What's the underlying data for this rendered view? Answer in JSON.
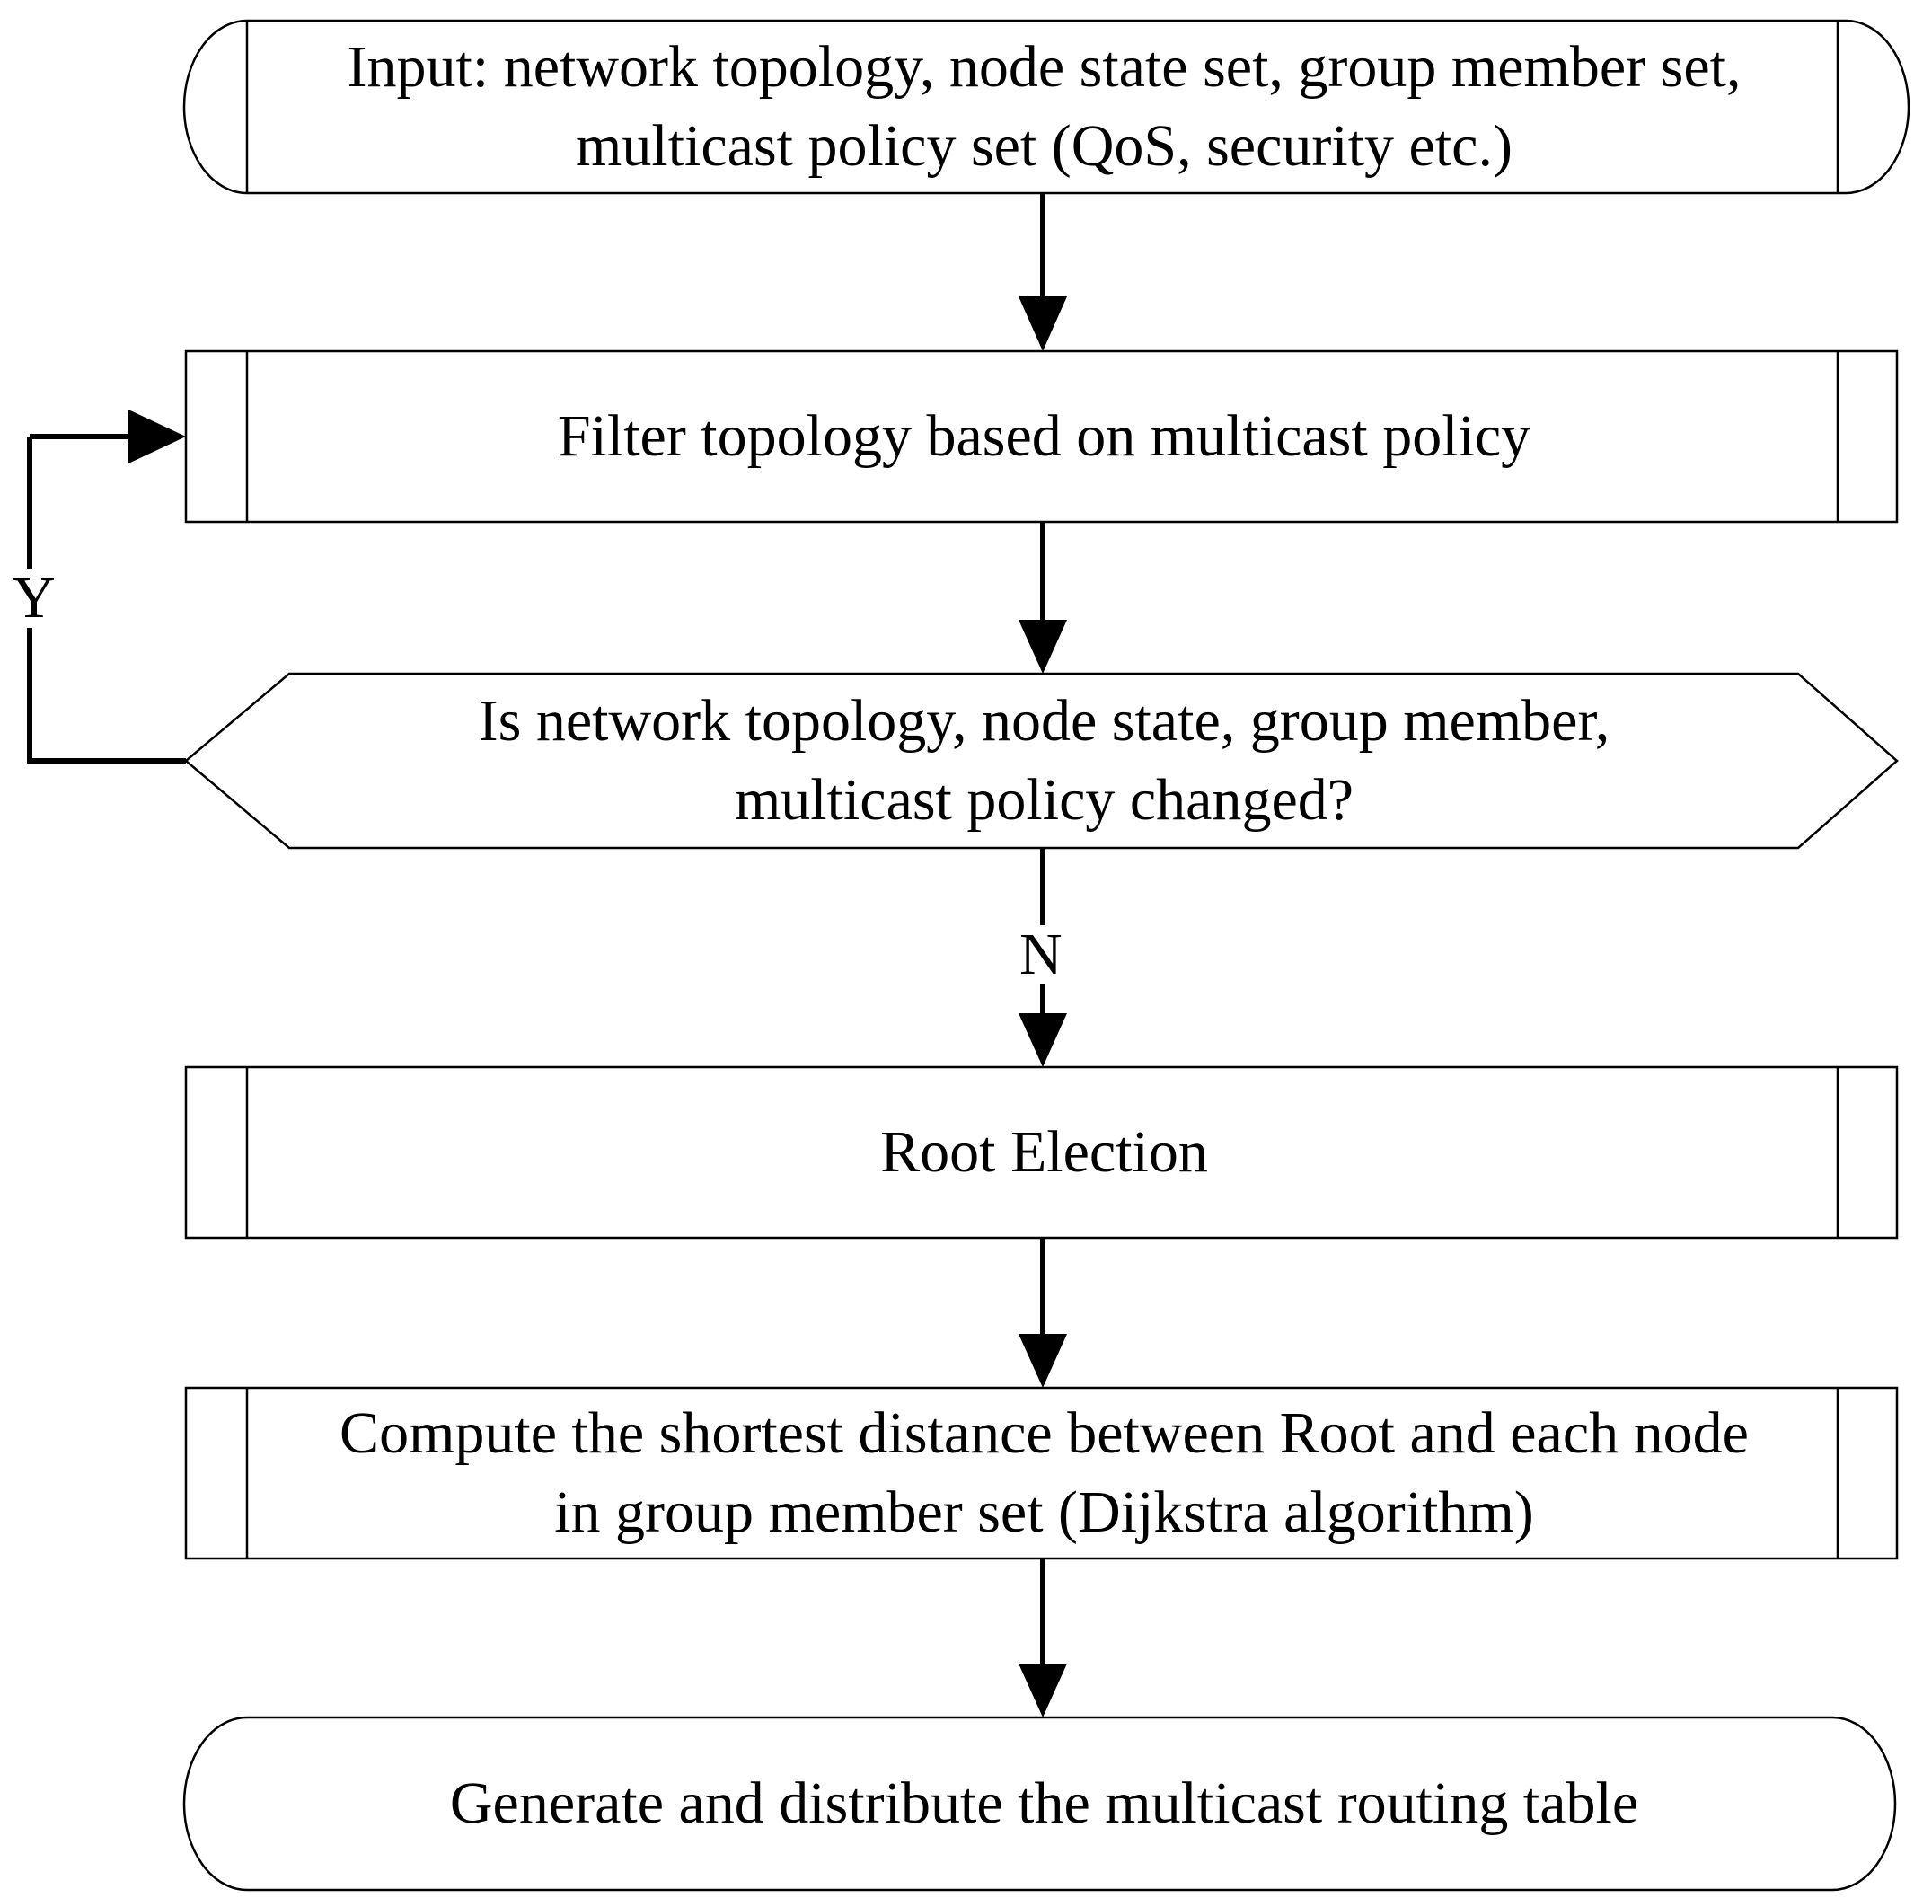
{
  "nodes": {
    "input": "Input: network topology, node state set, group member set,\nmulticast policy set (QoS, security etc.)",
    "filter": "Filter topology based on multicast policy",
    "decision": "Is network topology, node state, group member,\nmulticast policy changed?",
    "root_election": "Root Election",
    "compute": "Compute the shortest distance between Root and each node\nin group member set (Dijkstra algorithm)",
    "output": "Generate and distribute the multicast routing table"
  },
  "edges": {
    "yes_label": "Y",
    "no_label": "N"
  }
}
